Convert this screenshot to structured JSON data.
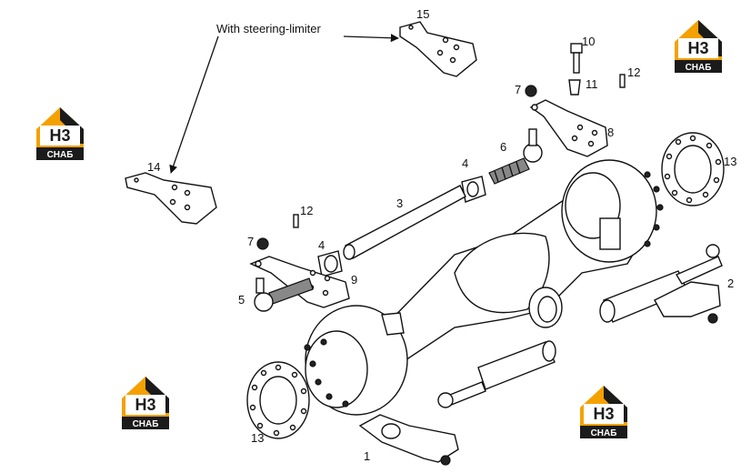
{
  "diagram": {
    "caption": "With steering-limiter",
    "labels": [
      "15",
      "10",
      "12",
      "7",
      "11",
      "8",
      "6",
      "4",
      "13",
      "14",
      "3",
      "12",
      "7",
      "4",
      "9",
      "5",
      "2",
      "13",
      "1"
    ]
  },
  "logo": {
    "mark": "H3",
    "text": "СНАБ",
    "colors": {
      "orange": "#f4a100",
      "dark": "#1b1b1b"
    }
  }
}
